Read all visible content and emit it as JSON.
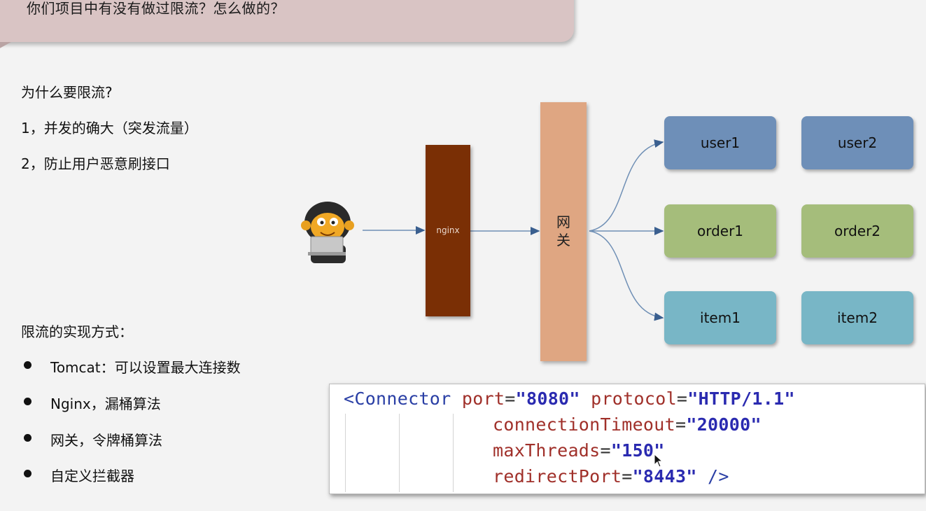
{
  "title": "你们项目中有没有做过限流？怎么做的？",
  "why": {
    "heading": "为什么要限流?",
    "reasons": [
      "1，并发的确大（突发流量）",
      "2，防止用户恶意刷接口"
    ]
  },
  "methods": {
    "heading": "限流的实现方式：",
    "items": [
      "Tomcat：可以设置最大连接数",
      "Nginx，漏桶算法",
      "网关，令牌桶算法",
      "自定义拦截器"
    ]
  },
  "diagram": {
    "nginx_label": "nginx",
    "gateway_label": "网\n关",
    "services": {
      "user1": "user1",
      "user2": "user2",
      "order1": "order1",
      "order2": "order2",
      "item1": "item1",
      "item2": "item2"
    },
    "colors": {
      "nginx": "#7a2f05",
      "gateway": "#dfa682",
      "user": "#6e8fb8",
      "order": "#a5bd7b",
      "item": "#78b6c6"
    }
  },
  "code": {
    "line1": {
      "tag": "<Connector",
      "attr1": "port",
      "val1": "\"8080\"",
      "attr2": "protocol",
      "val2": "\"HTTP/1.1\""
    },
    "line2": {
      "attr": "connectionTimeout",
      "val": "\"20000\""
    },
    "line3": {
      "attr": "maxThreads",
      "val": "\"150\""
    },
    "line4": {
      "attr": "redirectPort",
      "val": "\"8443\"",
      "end": "/>"
    }
  }
}
